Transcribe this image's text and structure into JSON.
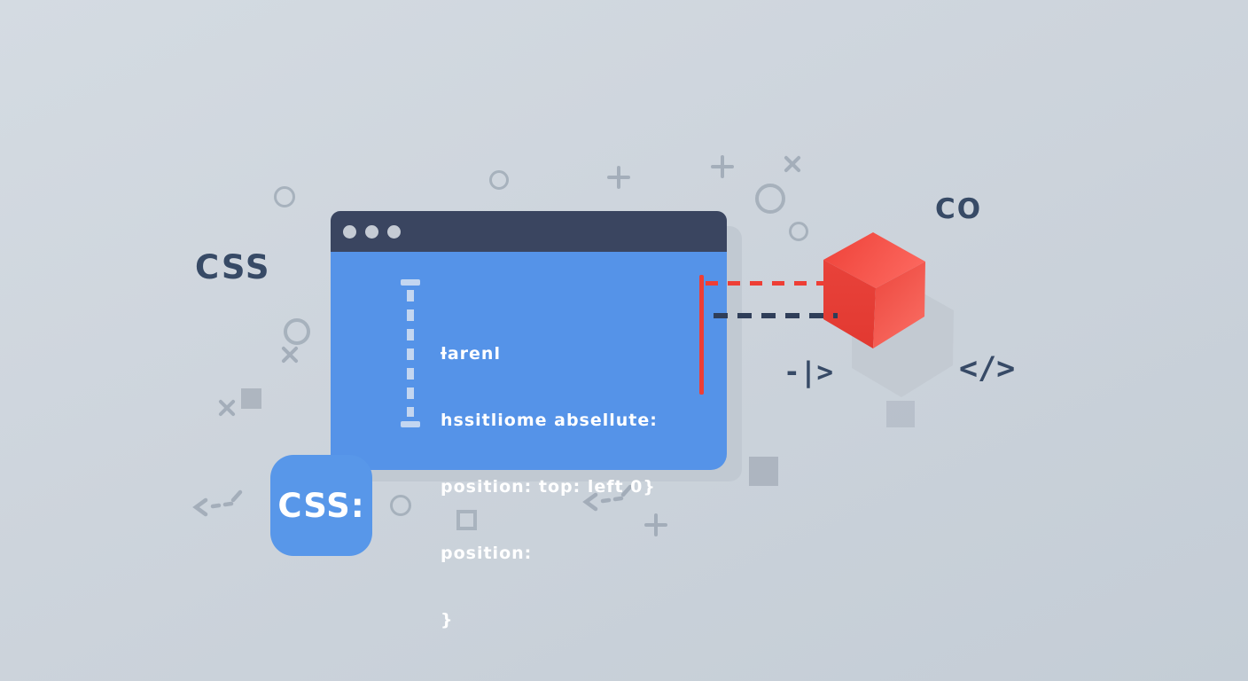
{
  "labels": {
    "css_left": "CSS",
    "co_top_right": "CO",
    "pipe_tag": "-|>",
    "code_tag": "</>"
  },
  "browser_window": {
    "code": {
      "lines": [
        "ƚarenl",
        "hssitliome absellute:",
        "position: top: left 0}",
        "position:",
        "}"
      ]
    }
  },
  "css_badge": {
    "label": "CSS:"
  },
  "colors": {
    "background": "#cdd4dc",
    "titlebar_navy": "#3a4560",
    "window_blue": "#5593e8",
    "accent_red": "#ee3e35",
    "dark_navy_text": "#374a66",
    "dash_navy": "#2f3e59",
    "decoration_gray": "#9aa5b2",
    "shadow_gray": "#c1c9d2",
    "code_text": "#ffffff",
    "cube_top": "#f5544b",
    "cube_left": "#e63d34",
    "cube_right": "#ee4a41"
  },
  "icons": {
    "window_dot": "●",
    "ring": "○",
    "plus": "+",
    "cross": "×",
    "square_filled": "■",
    "square_outline": "□",
    "dashed_arrow": "<--´",
    "ruler": "┆",
    "cube": "◆"
  }
}
